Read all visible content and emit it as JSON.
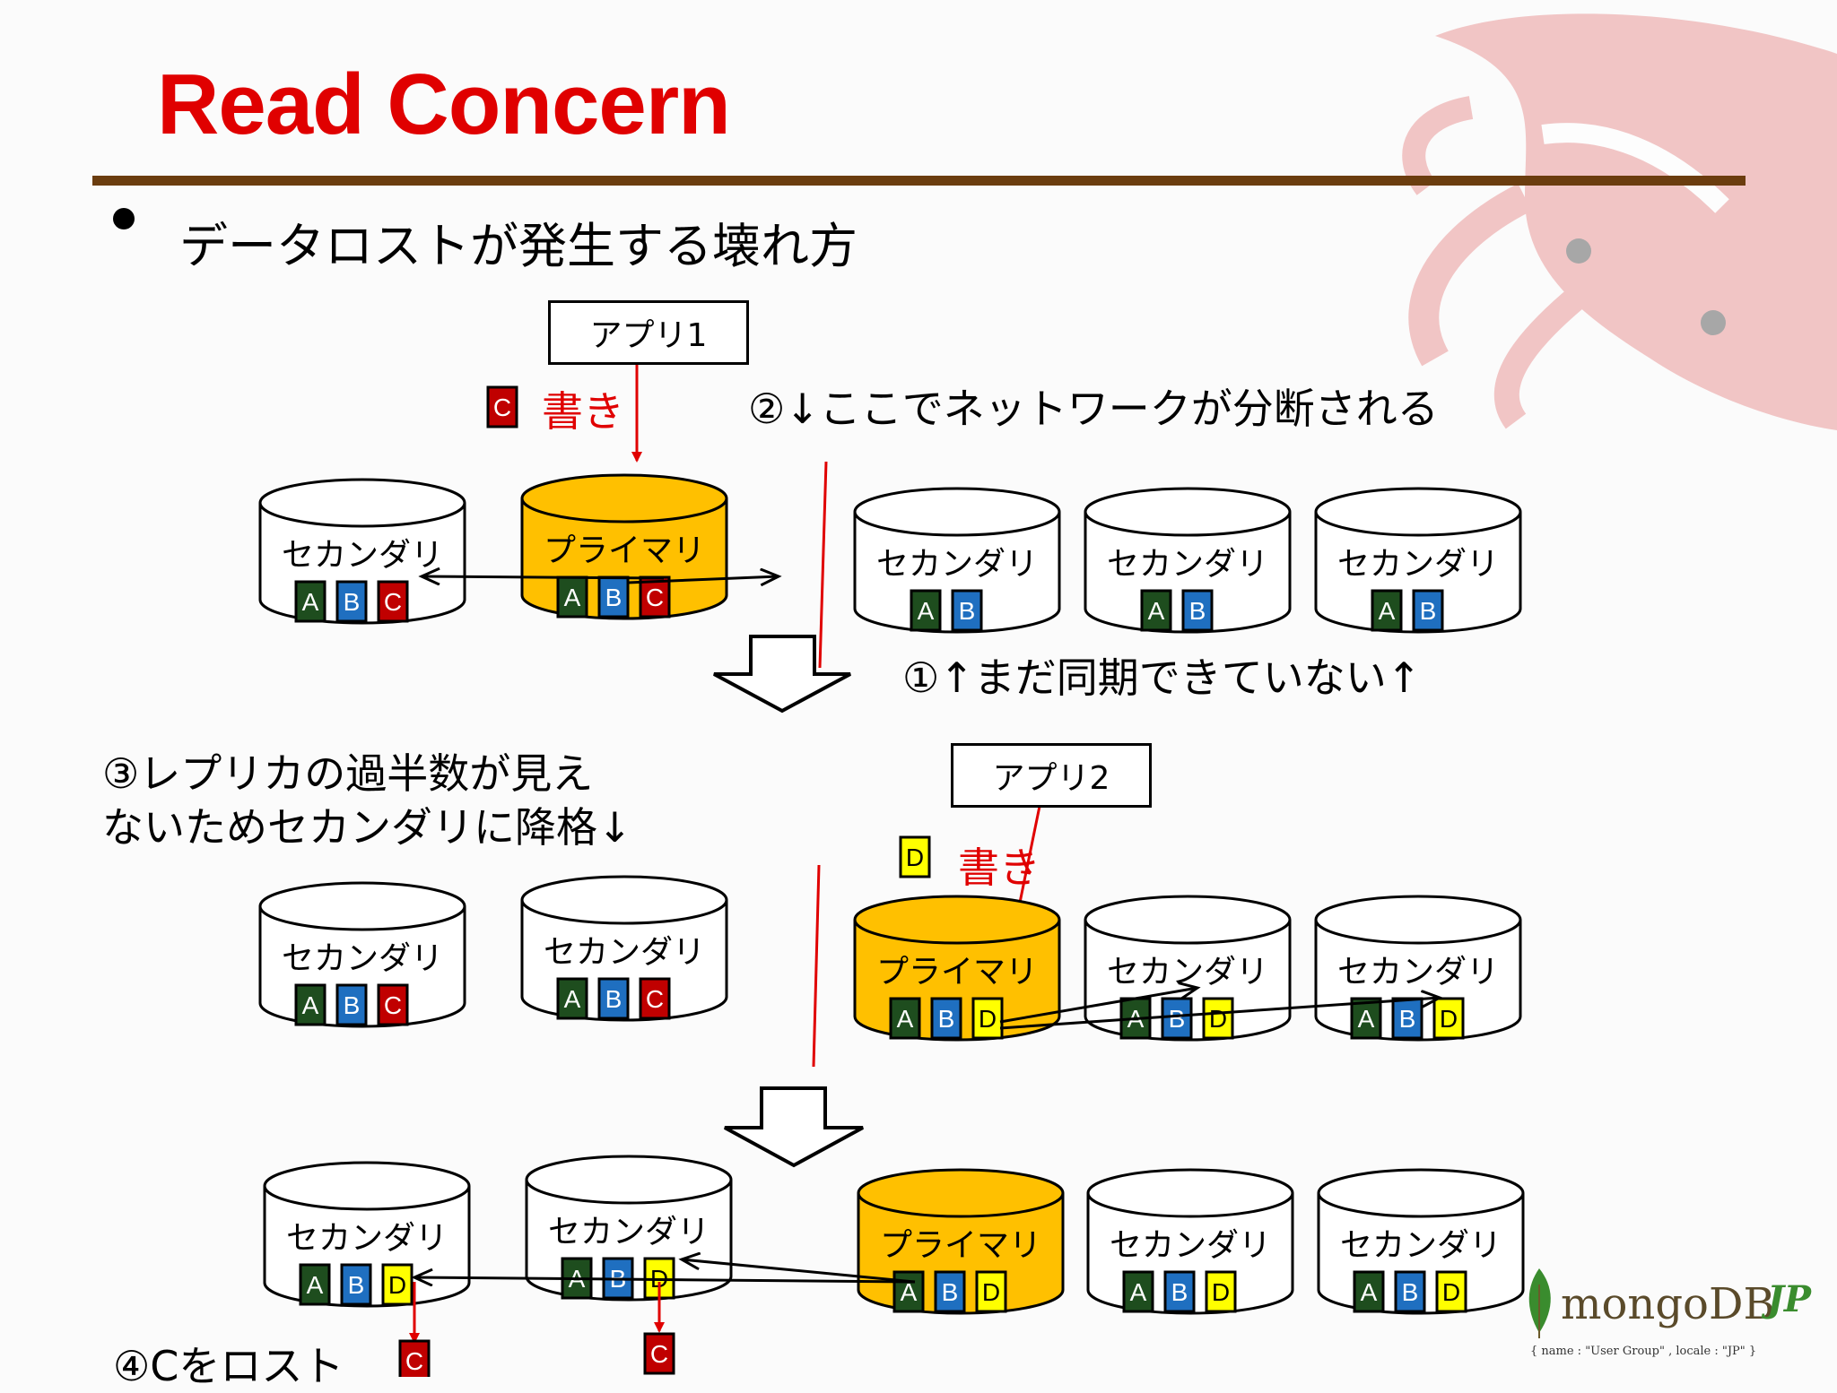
{
  "title": "Read Concern",
  "bullet": "データロストが発生する壊れ方",
  "labels": {
    "app1": "アプリ1",
    "app2": "アプリ2",
    "write": "書き",
    "step1": "①↑まだ同期できていない↑",
    "step2": "②↓ここでネットワークが分断される",
    "step3_line1": "③レプリカの過半数が見え",
    "step3_line2": "ないためセカンダリに降格↓",
    "step4": "④Cをロスト"
  },
  "roles": {
    "primary": "プライマリ",
    "secondary": "セカンダリ"
  },
  "chips": {
    "A": "A",
    "B": "B",
    "C": "C",
    "D": "D"
  },
  "colors": {
    "primary": "#ffc000",
    "A": "#1e4d1e",
    "B": "#1f6fc0",
    "C": "#c00000",
    "D": "#ffff00",
    "partition": "#e00000",
    "title": "#e00000",
    "rule": "#6b3d0f"
  },
  "rows": [
    [
      {
        "role": "secondary",
        "chips": [
          "A",
          "B",
          "C"
        ]
      },
      {
        "role": "primary",
        "chips": [
          "A",
          "B",
          "C"
        ]
      },
      {
        "role": "secondary",
        "chips": [
          "A",
          "B"
        ]
      },
      {
        "role": "secondary",
        "chips": [
          "A",
          "B"
        ]
      },
      {
        "role": "secondary",
        "chips": [
          "A",
          "B"
        ]
      }
    ],
    [
      {
        "role": "secondary",
        "chips": [
          "A",
          "B",
          "C"
        ]
      },
      {
        "role": "secondary",
        "chips": [
          "A",
          "B",
          "C"
        ]
      },
      {
        "role": "primary",
        "chips": [
          "A",
          "B",
          "D"
        ]
      },
      {
        "role": "secondary",
        "chips": [
          "A",
          "B",
          "D"
        ]
      },
      {
        "role": "secondary",
        "chips": [
          "A",
          "B",
          "D"
        ]
      }
    ],
    [
      {
        "role": "secondary",
        "chips": [
          "A",
          "B",
          "D"
        ]
      },
      {
        "role": "secondary",
        "chips": [
          "A",
          "B",
          "D"
        ]
      },
      {
        "role": "primary",
        "chips": [
          "A",
          "B",
          "D"
        ]
      },
      {
        "role": "secondary",
        "chips": [
          "A",
          "B",
          "D"
        ]
      },
      {
        "role": "secondary",
        "chips": [
          "A",
          "B",
          "D"
        ]
      }
    ]
  ],
  "logo": {
    "text": "mongoDB",
    "suffix": "JP",
    "icon": "leaf-icon"
  },
  "footer": "{ name : \"User Group\" , locale : \"JP\" }"
}
